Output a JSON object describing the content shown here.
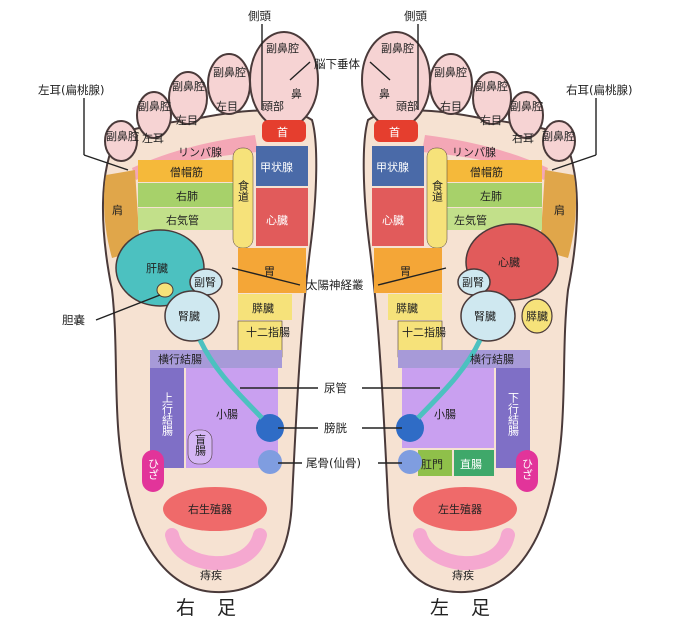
{
  "titles": {
    "right_foot": "右 足",
    "left_foot": "左 足"
  },
  "callouts": {
    "side_head": "側頭",
    "pituitary": "脳下垂体",
    "right_ear": "右耳(扁桃腺)",
    "left_ear": "左耳(扁桃腺)",
    "solar_plexus": "太陽神経叢",
    "gallbladder": "胆嚢",
    "ureter": "尿管",
    "bladder": "膀胱",
    "coccyx": "尾骨(仙骨)"
  },
  "zones": {
    "sinus": "副鼻腔",
    "nose": "鼻",
    "head": "頭部",
    "neck": "首",
    "left_eye": "左目",
    "right_eye": "右目",
    "left_ear": "左耳",
    "right_ear": "右耳",
    "lymph": "リンパ腺",
    "trapezius": "僧帽筋",
    "right_lung": "右肺",
    "left_lung": "左肺",
    "right_bronchus": "右気管",
    "left_bronchus": "左気管",
    "esophagus": "食道",
    "thyroid": "甲状腺",
    "shoulder": "肩",
    "heart": "心臓",
    "liver": "肝臓",
    "adrenal": "副腎",
    "stomach": "胃",
    "kidney": "腎臓",
    "pancreas": "膵臓",
    "duodenum": "十二指腸",
    "transverse_colon": "横行結腸",
    "ascending_colon": "上行結腸",
    "descending_colon": "下行結腸",
    "small_intestine": "小腸",
    "appendix": "盲腸",
    "anus": "肛門",
    "rectum": "直腸",
    "knee": "ひざ",
    "right_genital": "右生殖器",
    "left_genital": "左生殖器",
    "hemorrhoid": "痔疾"
  },
  "colors": {
    "outline": "#4a3a3a",
    "sole": "#f6e2d2",
    "toe": "#f6d3d3",
    "neck": "#e53e2e",
    "lymph": "#f4a7b6",
    "trapezius": "#f5b93a",
    "lung": "#a7d16a",
    "thyroid": "#4a6aa8",
    "heart": "#e15b5b",
    "liver": "#4cc1c0",
    "kidney": "#cfe8f0",
    "stomach": "#f4a637",
    "pancreas": "#f6e27a",
    "colon": "#a79ad8",
    "small_intestine": "#c9a0f0",
    "bladder": "#2f6cc6",
    "shoulder": "#e0a64a",
    "knee": "#e2349a",
    "genital": "#ef6a6a",
    "hemorrhoid": "#f5a8d0"
  }
}
